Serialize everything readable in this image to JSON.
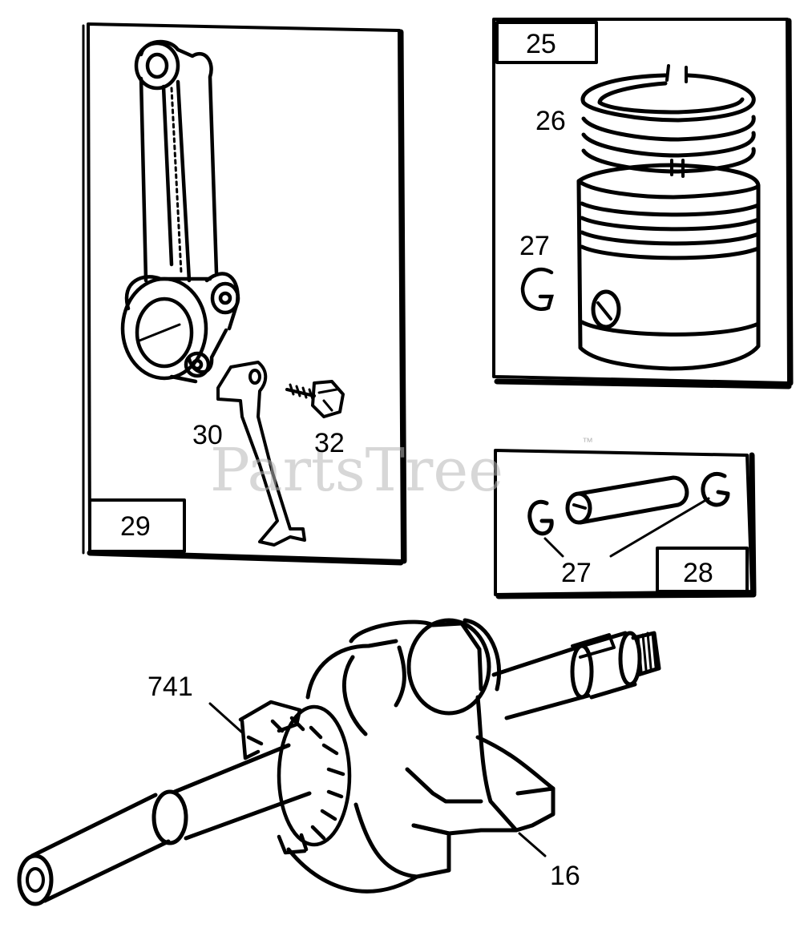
{
  "watermark": {
    "text": "PartsTree",
    "trademark": "™"
  },
  "boxes": {
    "connecting_rod": {
      "ref": "29"
    },
    "piston": {
      "ref": "25"
    },
    "piston_pin": {
      "ref": "28"
    }
  },
  "callouts": {
    "rings": "26",
    "retainer_piston": "27",
    "dipper": "30",
    "screw": "32",
    "retainer_pin": "27",
    "gear": "741",
    "crankshaft": "16"
  },
  "colors": {
    "ink": "#000000",
    "paper": "#ffffff",
    "watermark": "#b8b8b8"
  }
}
